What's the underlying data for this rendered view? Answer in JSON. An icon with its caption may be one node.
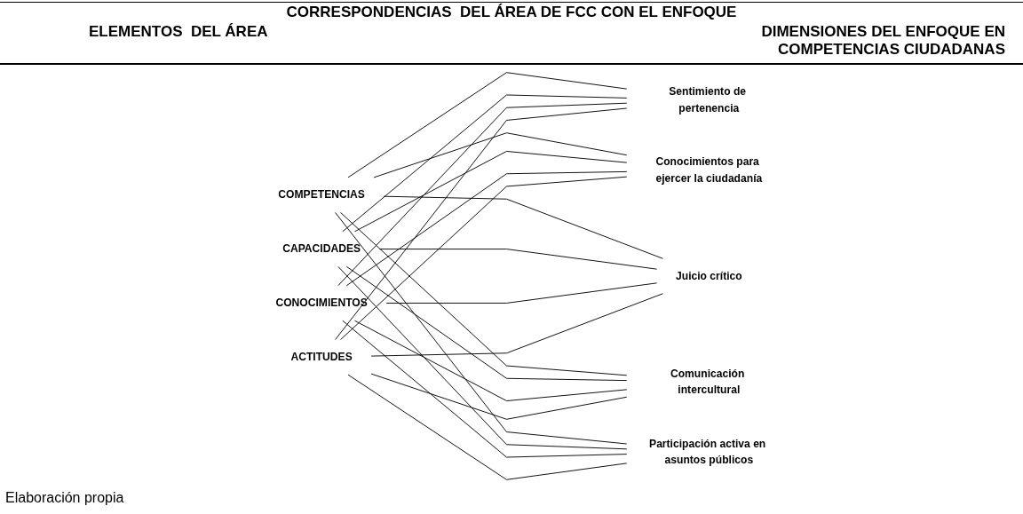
{
  "diagram": {
    "title": "CORRESPONDENCIAS  DEL ÁREA DE FCC CON EL ENFOQUE",
    "nodes": [
      {
        "text": [
          "COMPETENCIAS"
        ]
      },
      {
        "text": [
          "CAPACIDADES"
        ]
      },
      {
        "text": [
          "CONOCIMIENTOS"
        ]
      },
      {
        "text": [
          "ACTITUDES"
        ]
      },
      {
        "text": [
          "Sentimiento de pertenencia"
        ]
      },
      {
        "text": [
          "Conocimientos para ejercer la ciudadanía"
        ]
      },
      {
        "text": [
          "Juicio crítico"
        ]
      },
      {
        "text": [
          "Comunicación intercultural"
        ]
      },
      {
        "text": [
          "Participación activa en asuntos públicos"
        ]
      }
    ],
    "edges": [
      {
        "from": 0,
        "to": 4,
        "arrow": "none"
      },
      {
        "from": 0,
        "to": 5,
        "arrow": "none"
      },
      {
        "from": 0,
        "to": 6,
        "arrow": "none"
      },
      {
        "from": 0,
        "to": 7,
        "arrow": "none"
      },
      {
        "from": 0,
        "to": 8,
        "arrow": "none"
      },
      {
        "from": 1,
        "to": 4,
        "arrow": "none"
      },
      {
        "from": 1,
        "to": 5,
        "arrow": "none"
      },
      {
        "from": 1,
        "to": 6,
        "arrow": "none"
      },
      {
        "from": 1,
        "to": 7,
        "arrow": "none"
      },
      {
        "from": 1,
        "to": 8,
        "arrow": "none"
      },
      {
        "from": 2,
        "to": 4,
        "arrow": "none"
      },
      {
        "from": 2,
        "to": 5,
        "arrow": "none"
      },
      {
        "from": 2,
        "to": 6,
        "arrow": "none"
      },
      {
        "from": 2,
        "to": 7,
        "arrow": "none"
      },
      {
        "from": 2,
        "to": 8,
        "arrow": "none"
      },
      {
        "from": 3,
        "to": 4,
        "arrow": "none"
      },
      {
        "from": 3,
        "to": 5,
        "arrow": "none"
      },
      {
        "from": 3,
        "to": 6,
        "arrow": "none"
      },
      {
        "from": 3,
        "to": 7,
        "arrow": "none"
      },
      {
        "from": 3,
        "to": 8,
        "arrow": "none"
      }
    ],
    "labels": [
      "ELEMENTOS  DEL ÁREA",
      "DIMENSIONES DEL ENFOQUE EN COMPETENCIAS CIUDADANAS"
    ],
    "caption": "Elaboración propia"
  }
}
